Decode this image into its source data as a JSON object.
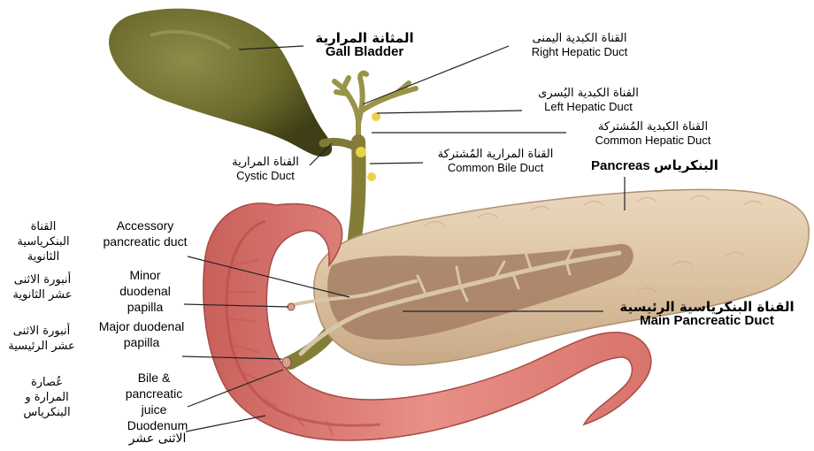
{
  "labels": {
    "gall_bladder": {
      "ar": "المثانة المرارية",
      "en": "Gall Bladder"
    },
    "right_hepatic": {
      "ar": "القناة الكبدية اليمنى",
      "en": "Right Hepatic Duct"
    },
    "left_hepatic": {
      "ar": "القناة الكبدية اليُسرى",
      "en": "Left Hepatic Duct"
    },
    "common_hepatic": {
      "ar": "القناة الكبدية المُشتركة",
      "en": "Common Hepatic Duct"
    },
    "common_bile": {
      "ar": "القناة المرارية المُشتركة",
      "en": "Common Bile Duct"
    },
    "cystic": {
      "ar": "القناة المرارية",
      "en": "Cystic Duct"
    },
    "pancreas": {
      "ar": "البنكرياس",
      "en": "Pancreas"
    },
    "main_pancreatic": {
      "ar": "القناة البنكرياسية الرئيسية",
      "en": "Main Pancreatic Duct"
    },
    "accessory": {
      "en": "Accessory pancreatic duct",
      "ar": "القناة البنكرياسية الثانوية"
    },
    "minor_papilla": {
      "en": "Minor duodenal papilla",
      "ar": "أنبورة الاثنى عشر الثانوية"
    },
    "major_papilla": {
      "en": "Major duodenal papilla",
      "ar": "أنبورة الاثنى عشر الرئيسية"
    },
    "bile_juice": {
      "en": "Bile & pancreatic juice",
      "ar": "عُصارة المرارة و البنكرياس"
    },
    "duodenum": {
      "en": "Duodenum",
      "ar": "الاثنى عشر"
    }
  },
  "colors": {
    "gallbladder": "#6b6a2c",
    "duct": "#8a8540",
    "pancreas": "#dcc3a2",
    "pancreas_inner": "#a47e64",
    "duodenum": "#e0837a",
    "duodenum_inner": "#b94d4a"
  }
}
